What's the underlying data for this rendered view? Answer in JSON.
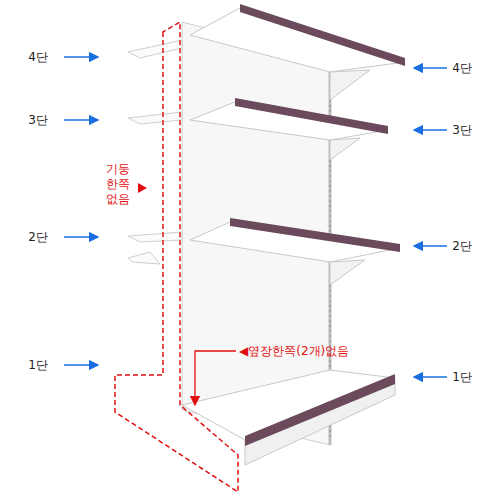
{
  "diagram": {
    "labels": [
      "4단",
      "3단",
      "2단",
      "1단",
      "4단",
      "3단",
      "2단",
      "1단",
      "기둥 한쪽 없음",
      "◀옆장한쪽(2개)없음"
    ]
  }
}
